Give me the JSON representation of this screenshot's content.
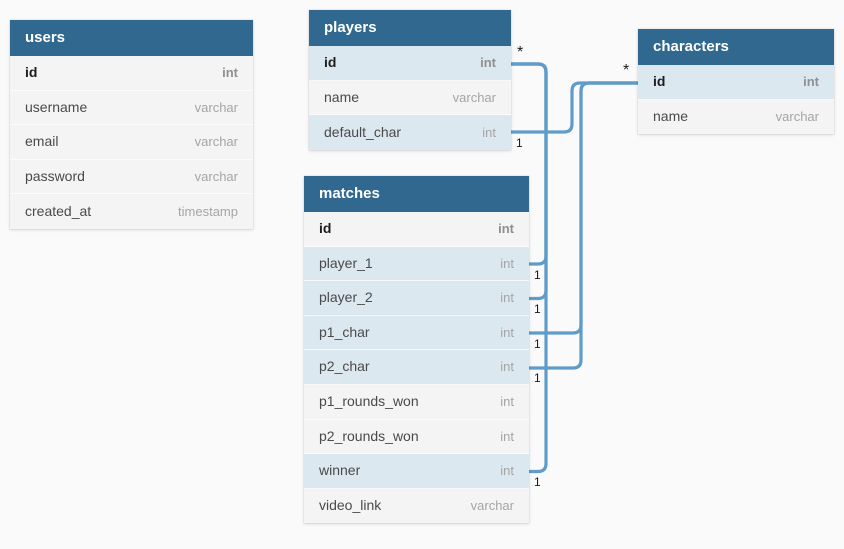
{
  "diagram": {
    "background_color": "#fafafa",
    "header_color": "#31688f",
    "row_color": "#f4f4f4",
    "highlight_row_color": "#dce8f0",
    "line_color": "#5f9cc9",
    "tables": [
      {
        "title": "users",
        "fields": [
          {
            "name": "id",
            "type": "int"
          },
          {
            "name": "username",
            "type": "varchar"
          },
          {
            "name": "email",
            "type": "varchar"
          },
          {
            "name": "password",
            "type": "varchar"
          },
          {
            "name": "created_at",
            "type": "timestamp"
          }
        ]
      },
      {
        "title": "players",
        "fields": [
          {
            "name": "id",
            "type": "int"
          },
          {
            "name": "name",
            "type": "varchar"
          },
          {
            "name": "default_char",
            "type": "int"
          }
        ]
      },
      {
        "title": "matches",
        "fields": [
          {
            "name": "id",
            "type": "int"
          },
          {
            "name": "player_1",
            "type": "int"
          },
          {
            "name": "player_2",
            "type": "int"
          },
          {
            "name": "p1_char",
            "type": "int"
          },
          {
            "name": "p2_char",
            "type": "int"
          },
          {
            "name": "p1_rounds_won",
            "type": "int"
          },
          {
            "name": "p2_rounds_won",
            "type": "int"
          },
          {
            "name": "winner",
            "type": "int"
          },
          {
            "name": "video_link",
            "type": "varchar"
          }
        ]
      },
      {
        "title": "characters",
        "fields": [
          {
            "name": "id",
            "type": "int"
          },
          {
            "name": "name",
            "type": "varchar"
          }
        ]
      }
    ],
    "relationships": [
      {
        "from": "players.id",
        "to": "matches.player_1",
        "from_label": "*",
        "to_label": "1"
      },
      {
        "from": "players.id",
        "to": "matches.player_2",
        "from_label": "*",
        "to_label": "1"
      },
      {
        "from": "players.id",
        "to": "matches.winner",
        "from_label": "*",
        "to_label": "1"
      },
      {
        "from": "players.default_char",
        "to": "characters.id",
        "from_label": "1",
        "to_label": "*"
      },
      {
        "from": "matches.p1_char",
        "to": "characters.id",
        "from_label": "1",
        "to_label": "*"
      },
      {
        "from": "matches.p2_char",
        "to": "characters.id",
        "from_label": "1",
        "to_label": "*"
      }
    ],
    "markers": {
      "players_id_many": "*",
      "characters_id_many": "*",
      "default_char_one": "1",
      "player_1_one": "1",
      "player_2_one": "1",
      "p1_char_one": "1",
      "p2_char_one": "1",
      "winner_one": "1"
    }
  }
}
